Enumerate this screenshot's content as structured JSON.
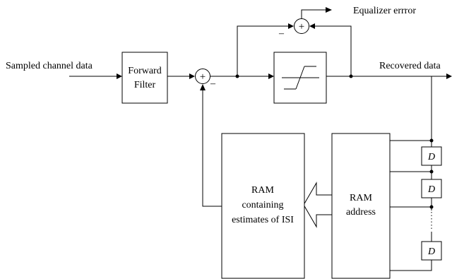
{
  "diagram": {
    "input_label": "Sampled channel data",
    "forward_filter": [
      "Forward",
      "Filter"
    ],
    "equalizer_error": "Equalizer errror",
    "recovered_data": "Recovered data",
    "ram_isi": [
      "RAM",
      "containing",
      "estimates of ISI"
    ],
    "ram_address": [
      "RAM",
      "address"
    ],
    "delay_label": "D",
    "plus_sign": "+",
    "minus_sign": "–"
  }
}
